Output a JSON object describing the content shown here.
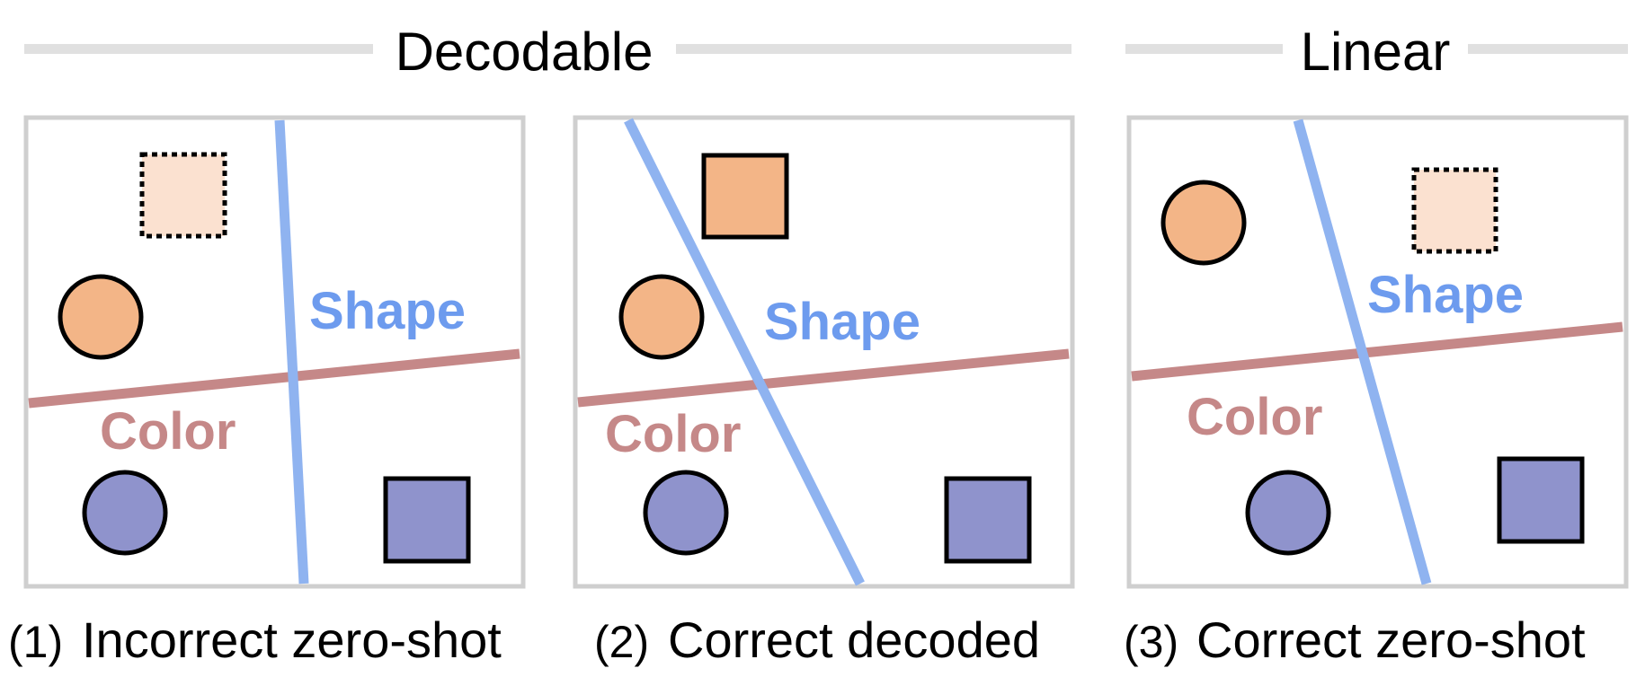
{
  "headers": {
    "decodable": "Decodable",
    "linear": "Linear"
  },
  "colors": {
    "orange": "#f3b587",
    "orange_faded": "#fbe1d0",
    "purple": "#8f93cc",
    "shape_line": "#8fb3f0",
    "color_line": "#c58888",
    "shape_text": "#6d9bee",
    "color_text": "#c58888",
    "header_rule": "#e0e0e0",
    "frame": "#cfcfcf"
  },
  "panels": [
    {
      "number": "(1)",
      "caption": "Incorrect zero-shot",
      "shape_label": "Shape",
      "color_label": "Color"
    },
    {
      "number": "(2)",
      "caption": "Correct decoded",
      "shape_label": "Shape",
      "color_label": "Color"
    },
    {
      "number": "(3)",
      "caption": "Correct zero-shot",
      "shape_label": "Shape",
      "color_label": "Color"
    }
  ]
}
